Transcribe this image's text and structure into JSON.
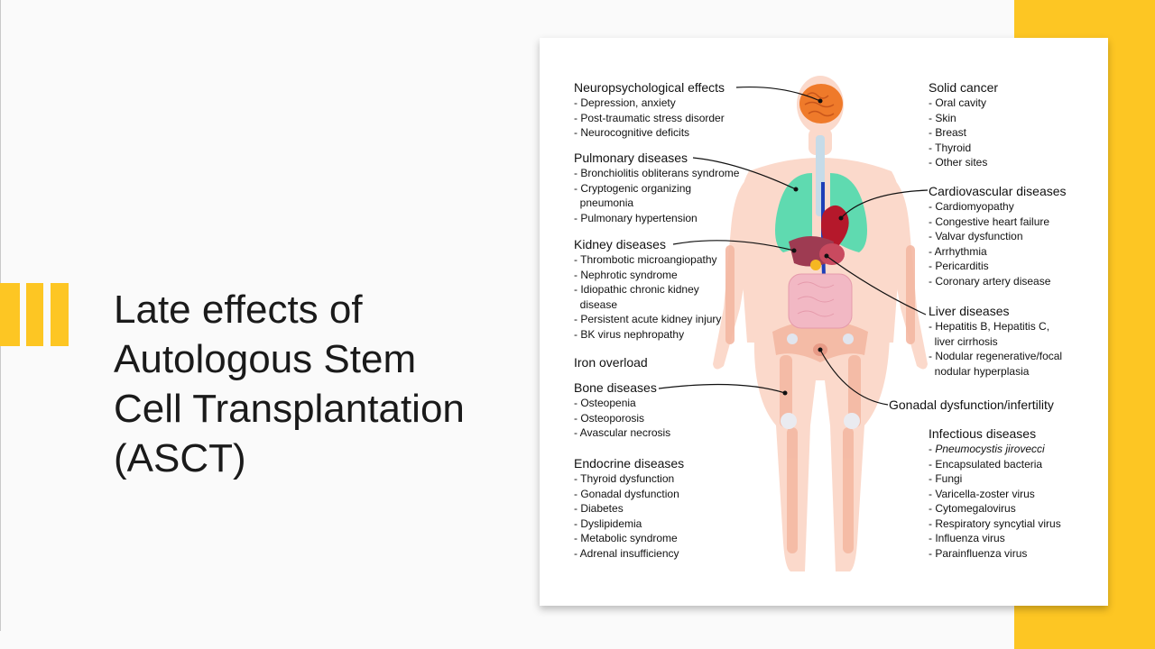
{
  "slide": {
    "title_lines": [
      "Late effects of",
      "Autologous Stem",
      "Cell Transplantation",
      "(ASCT)"
    ],
    "accent_color": "#fdc623"
  },
  "diagram": {
    "left_groups": [
      {
        "heading": "Neuropsychological effects",
        "items": [
          "- Depression, anxiety",
          "- Post-traumatic stress disorder",
          "- Neurocognitive deficits"
        ]
      },
      {
        "heading": "Pulmonary diseases",
        "items": [
          "- Bronchiolitis obliterans syndrome",
          "- Cryptogenic organizing",
          "  pneumonia",
          "- Pulmonary hypertension"
        ]
      },
      {
        "heading": "Kidney diseases",
        "items": [
          "- Thrombotic microangiopathy",
          "- Nephrotic syndrome",
          "- Idiopathic chronic kidney",
          "  disease",
          "- Persistent acute kidney injury",
          "- BK virus nephropathy"
        ]
      },
      {
        "heading": "Iron overload",
        "items": []
      },
      {
        "heading": "Bone diseases",
        "items": [
          "- Osteopenia",
          "- Osteoporosis",
          "- Avascular necrosis"
        ]
      },
      {
        "heading": "Endocrine diseases",
        "items": [
          "- Thyroid dysfunction",
          "- Gonadal dysfunction",
          "- Diabetes",
          "- Dyslipidemia",
          "- Metabolic syndrome",
          "- Adrenal insufficiency"
        ]
      }
    ],
    "right_groups": [
      {
        "heading": "Solid cancer",
        "items": [
          "- Oral cavity",
          "- Skin",
          "- Breast",
          "- Thyroid",
          "- Other sites"
        ]
      },
      {
        "heading": "Cardiovascular diseases",
        "items": [
          "- Cardiomyopathy",
          "- Congestive heart failure",
          "- Valvar dysfunction",
          "- Arrhythmia",
          "- Pericarditis",
          "- Coronary artery disease"
        ]
      },
      {
        "heading": "Liver diseases",
        "items": [
          "- Hepatitis B, Hepatitis C,",
          "  liver cirrhosis",
          "- Nodular regenerative/focal",
          "  nodular hyperplasia"
        ]
      },
      {
        "heading": "Gonadal dysfunction/infertility",
        "items": []
      },
      {
        "heading": "Infectious diseases",
        "items": [
          "- Pneumocystis jirovecci",
          "- Encapsulated bacteria",
          "- Fungi",
          "- Varicella-zoster virus",
          "- Cytomegalovirus",
          "- Respiratory syncytial virus",
          "- Influenza virus",
          "- Parainfluenza virus"
        ]
      }
    ],
    "colors": {
      "body": "#fbd9cb",
      "bones": "#f4b8a2",
      "brain": "#ef7a2a",
      "lungs": "#5fdab0",
      "heart": "#b5182b",
      "intestine": "#f2b8c4",
      "liver": "#9e3b52",
      "trachea": "#c6dbe8",
      "vessel": "#1f3fb8"
    }
  }
}
